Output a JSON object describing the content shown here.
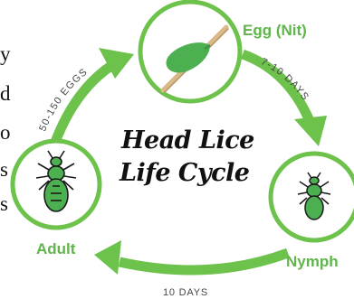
{
  "title": {
    "line1": "Head Lice",
    "line2": "Life Cycle"
  },
  "nodes": {
    "egg": {
      "label": "Egg (Nit)"
    },
    "nymph": {
      "label": "Nymph"
    },
    "adult": {
      "label": "Adult"
    }
  },
  "edges": {
    "adult_to_egg": "50-150 EGGS",
    "egg_to_nymph": "7-10 DAYS",
    "nymph_to_adult": "10 DAYS"
  },
  "cropped_edge_text": [
    "y",
    "d",
    "o",
    "s",
    "s"
  ],
  "colors": {
    "accent_green": "#6cc24a",
    "label_green": "#5fb54a",
    "bug_green": "#4caf50",
    "caption_gray": "#444444",
    "egg_beige": "#d9b98a"
  },
  "icons": {
    "egg": "nit-on-hair-icon",
    "nymph": "nymph-louse-icon",
    "adult": "adult-louse-icon"
  }
}
